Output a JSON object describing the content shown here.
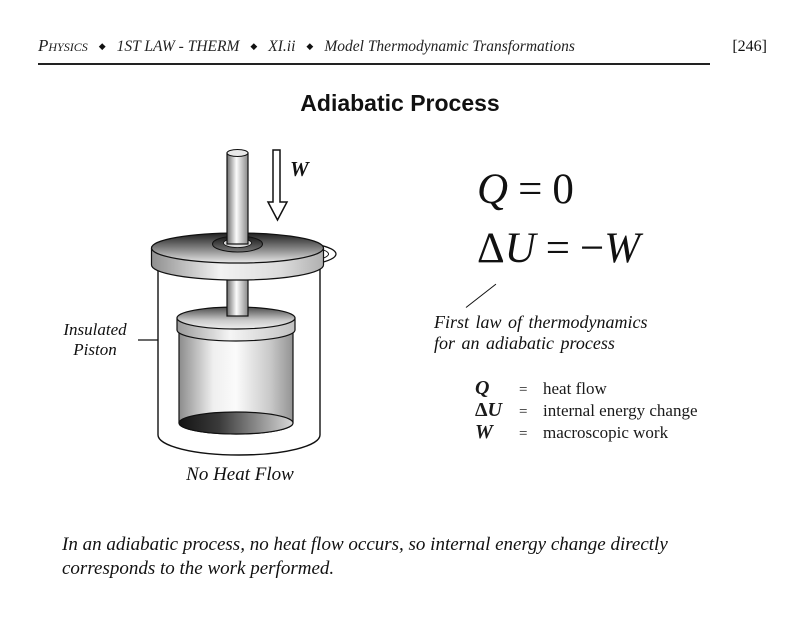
{
  "header": {
    "course": "Physics",
    "separator": "◆",
    "unit": "1ST LAW - THERM",
    "section": "XI.ii",
    "topic": "Model Thermodynamic Transformations",
    "page_number": "[246]"
  },
  "title": "Adiabatic Process",
  "diagram": {
    "work_arrow_label": "W",
    "piston_label_line1": "Insulated",
    "piston_label_line2": "Piston",
    "caption": "No Heat Flow"
  },
  "equations": {
    "line1": {
      "lhs": "Q",
      "sign": "=",
      "rhs": "0"
    },
    "line2": {
      "lhs_prefix": "Δ",
      "lhs": "U",
      "sign": "=",
      "rhs_prefix": "−",
      "rhs": "W"
    },
    "annotation_line1": "First law of thermodynamics",
    "annotation_line2": "for an adiabatic process"
  },
  "definitions": [
    {
      "prefix": "",
      "symbol": "Q",
      "eq": "=",
      "meaning": "heat flow"
    },
    {
      "prefix": "Δ",
      "symbol": "U",
      "eq": "=",
      "meaning": "internal energy change"
    },
    {
      "prefix": "",
      "symbol": "W",
      "eq": "=",
      "meaning": "macroscopic work"
    }
  ],
  "footer_note": "In an adiabatic process, no heat flow occurs, so internal energy change directly corresponds to the work performed.",
  "colors": {
    "ink": "#111111",
    "background": "#ffffff"
  }
}
